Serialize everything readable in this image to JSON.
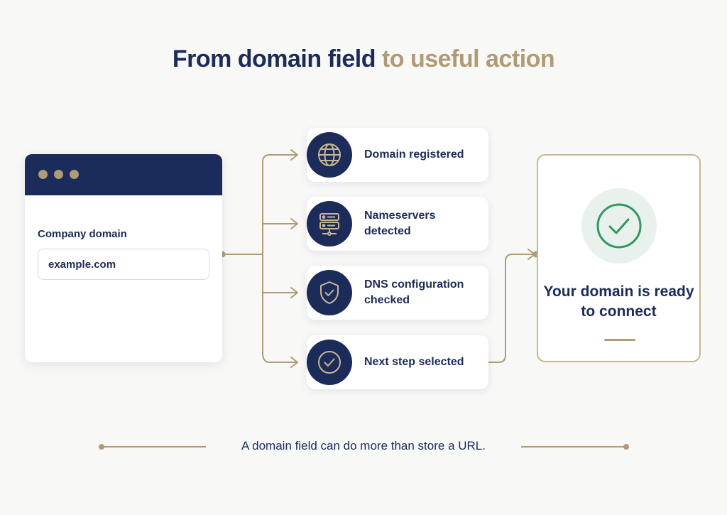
{
  "title": {
    "part1": "From domain field",
    "part2": "to useful action"
  },
  "form": {
    "label": "Company domain",
    "value": "example.com"
  },
  "steps": [
    {
      "label": "Domain registered",
      "icon": "globe-icon"
    },
    {
      "label": "Nameservers detected",
      "icon": "server-icon"
    },
    {
      "label": "DNS configuration checked",
      "icon": "shield-check-icon"
    },
    {
      "label": "Next step selected",
      "icon": "check-circle-icon"
    }
  ],
  "result": {
    "text": "Your domain is ready to connect",
    "icon": "check-circle-icon"
  },
  "caption": "A domain field can do more than store a URL.",
  "colors": {
    "navy": "#1b2b5a",
    "gold": "#b09b74",
    "success_green": "#2e9a5e",
    "success_bg": "#e8f1ec"
  }
}
